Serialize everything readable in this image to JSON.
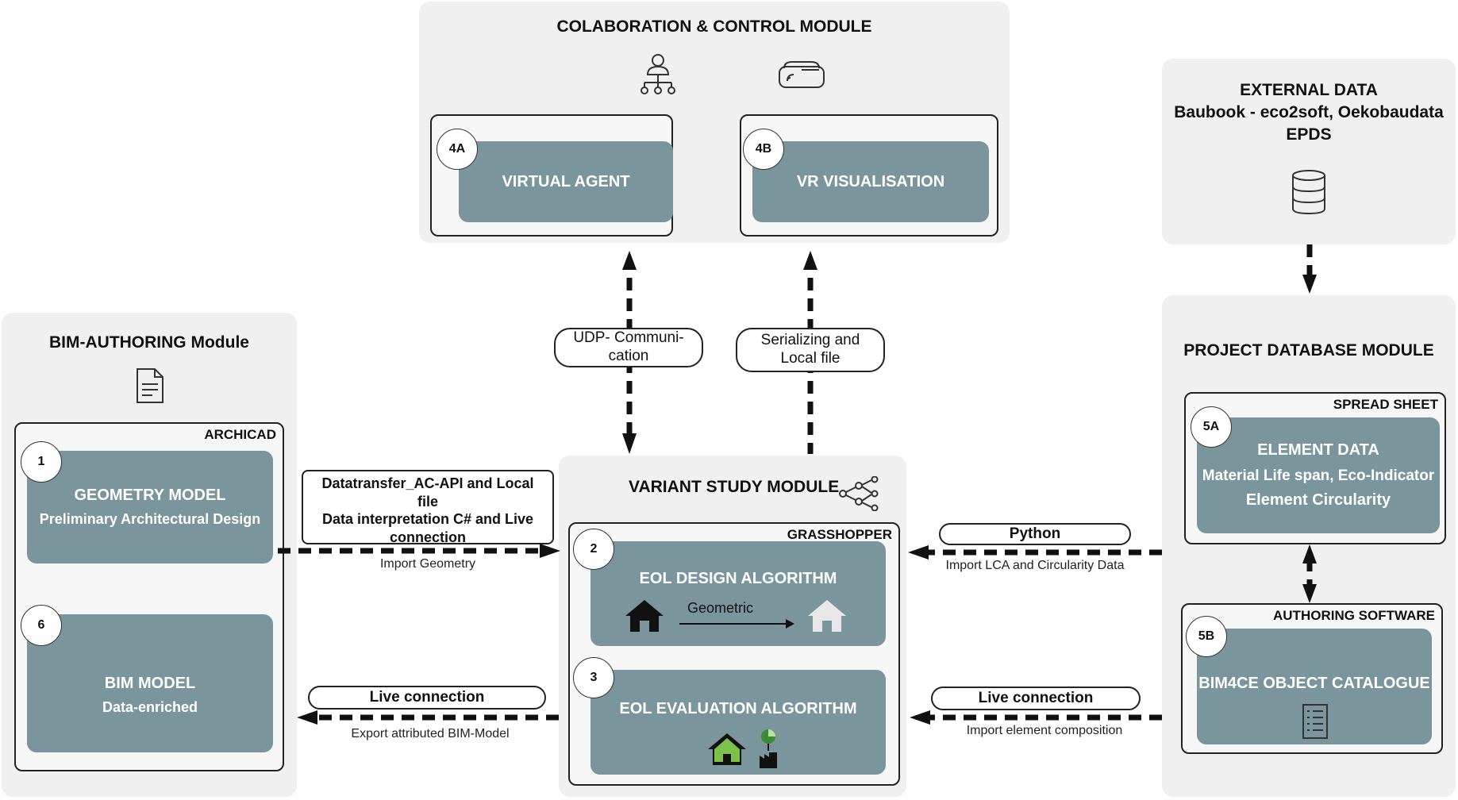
{
  "collab": {
    "title": "COLABORATION & CONTROL MODULE",
    "4a": {
      "badge": "4A",
      "title": "VIRTUAL AGENT"
    },
    "4b": {
      "badge": "4B",
      "title": "VR VISUALISATION"
    }
  },
  "external": {
    "line1": "EXTERNAL DATA",
    "line2": "Baubook - eco2soft, Oekobaudata",
    "line3": "EPDS"
  },
  "bim": {
    "title": "BIM-AUTHORING Module",
    "sub_label": "ARCHICAD",
    "card1": {
      "badge": "1",
      "title": "GEOMETRY MODEL",
      "subtitle": "Preliminary Architectural Design"
    },
    "card6": {
      "badge": "6",
      "title": "BIM MODEL",
      "subtitle": "Data-enriched"
    }
  },
  "variant": {
    "title": "VARIANT STUDY MODULE",
    "sub_label": "GRASSHOPPER",
    "card2": {
      "badge": "2",
      "title": "EOL DESIGN ALGORITHM",
      "arrow_label": "Geometric"
    },
    "card3": {
      "badge": "3",
      "title": "EOL EVALUATION ALGORITHM"
    }
  },
  "project": {
    "title": "PROJECT DATABASE MODULE",
    "sub_a_label": "SPREAD SHEET",
    "card5a": {
      "badge": "5A",
      "title": "ELEMENT DATA",
      "line2": "Material Life span, Eco-Indicator",
      "line3": "Element Circularity"
    },
    "sub_b_label": "AUTHORING SOFTWARE",
    "card5b": {
      "badge": "5B",
      "title": "BIM4CE OBJECT CATALOGUE"
    }
  },
  "connections": {
    "udp": [
      "UDP- Communi-",
      "cation"
    ],
    "serial": [
      "Serializing and",
      "Local file"
    ],
    "datatransfer": [
      "Datatransfer_AC-API and Local",
      "file",
      "Data interpretation C# and Live",
      "connection"
    ],
    "import_geometry": "Import Geometry",
    "python": "Python",
    "import_lca": "Import LCA and Circularity Data",
    "live_left": "Live connection",
    "export_bim": "Export attributed BIM-Model",
    "live_right": "Live connection",
    "import_element": "Import element composition"
  }
}
